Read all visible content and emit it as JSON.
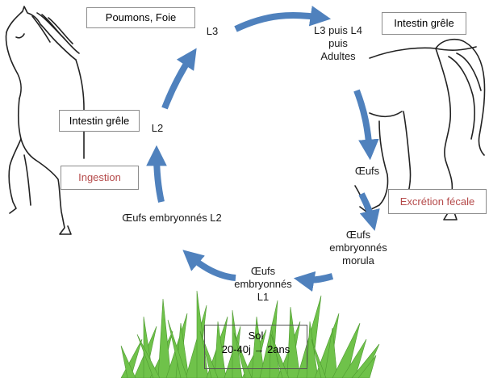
{
  "boxes": {
    "poumons_foie": "Poumons, Foie",
    "intestin_grele_left": "Intestin grêle",
    "ingestion": "Ingestion",
    "intestin_grele_right": "Intestin grêle",
    "excretion_fecale": "Excrétion fécale",
    "sol_title": "Sol",
    "sol_duration": "20-40j → 2ans"
  },
  "stages": {
    "l3": "L3",
    "l3_l4_line1": "L3 puis L4",
    "l3_l4_line2": "puis",
    "l3_l4_line3": "Adultes",
    "oeufs": "Œufs",
    "morula_line1": "Œufs",
    "morula_line2": "embryonnés",
    "morula_line3": "morula",
    "l1_line1": "Œufs",
    "l1_line2": "embryonnés",
    "l1_line3": "L1",
    "l2_eggs": "Œufs embryonnés L2",
    "l2": "L2"
  },
  "colors": {
    "arrow": "#4f81bd",
    "box_border": "#8c8c8c",
    "red_text": "#b54a4a",
    "grass": "#6fc24a",
    "line_art": "#222222"
  },
  "icons": {
    "left_horse": "horse-front-icon",
    "right_horse": "horse-rear-icon",
    "grass": "grass-icon"
  }
}
